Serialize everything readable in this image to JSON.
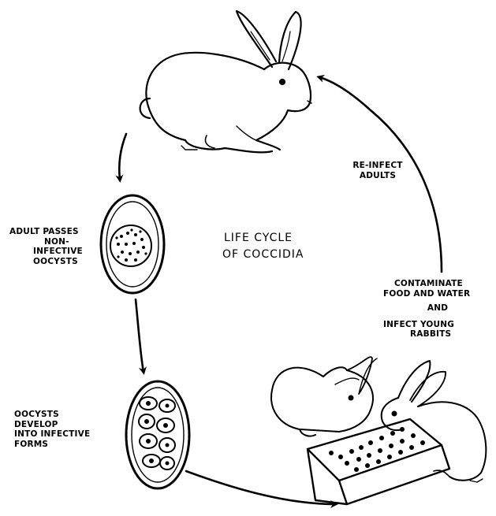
{
  "title": [
    "LIFE CYCLE",
    "OF COCCIDIA"
  ],
  "labels": {
    "reinfect": [
      "RE-INFECT",
      "ADULTS"
    ],
    "adult_passes": [
      "ADULT PASSES",
      "NON-",
      "INFECTIVE",
      "OOCYSTS"
    ],
    "contaminate": [
      "CONTAMINATE",
      "FOOD AND WATER",
      "AND",
      "INFECT YOUNG",
      "RABBITS"
    ],
    "develop": [
      "OOCYSTS",
      "DEVELOP",
      "INTO INFECTIVE",
      "FORMS"
    ]
  },
  "colors": {
    "ink": "#000000",
    "paper": "#ffffff"
  },
  "icons": [
    "adult-rabbit",
    "non-infective-oocyst",
    "infective-oocyst",
    "young-rabbits-at-feeder",
    "cycle-arrow"
  ]
}
